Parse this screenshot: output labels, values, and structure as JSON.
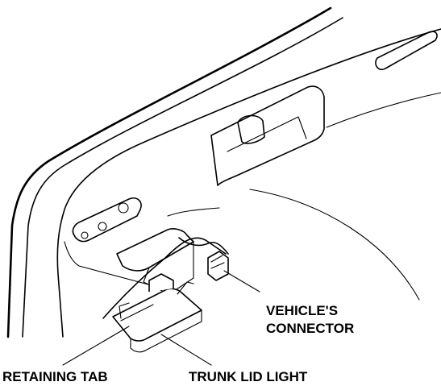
{
  "labels": {
    "vehicle_connector_line1": "VEHICLE'S",
    "vehicle_connector_line2": "CONNECTOR",
    "retaining_tab": "RETAINING TAB",
    "trunk_lid_light": "TRUNK LID LIGHT"
  },
  "colors": {
    "line": "#000000",
    "background": "#ffffff"
  }
}
